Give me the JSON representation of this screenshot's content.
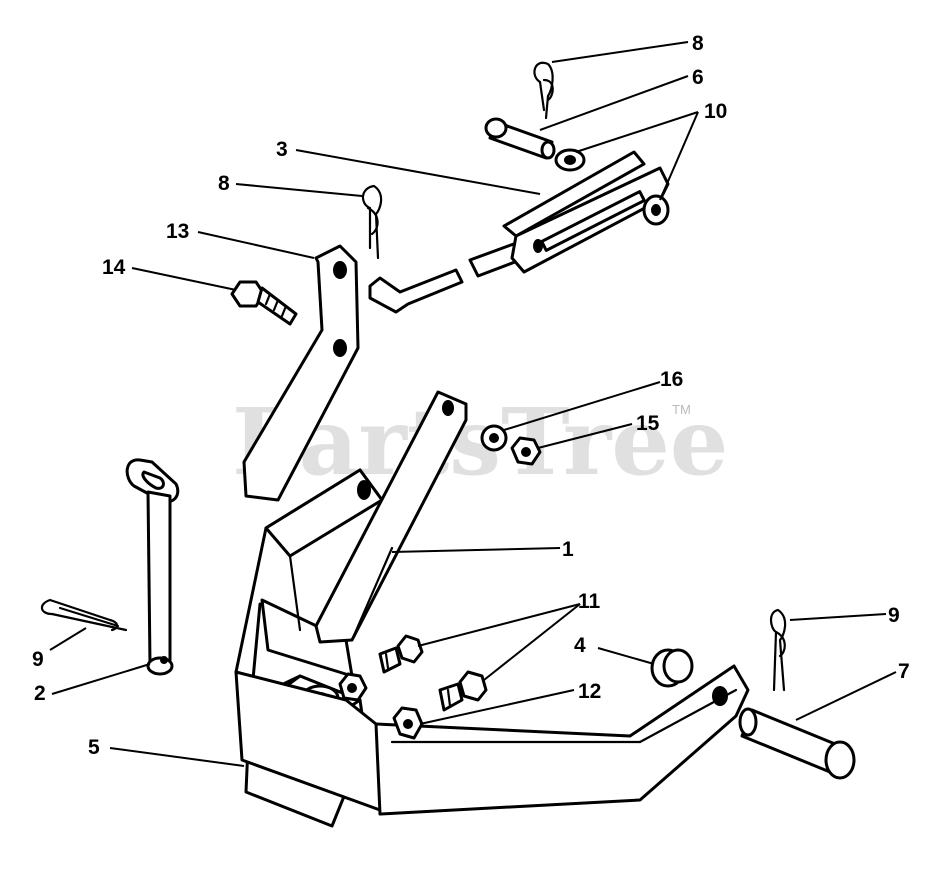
{
  "watermark": {
    "text": "PartsTree",
    "trademark": "TM"
  },
  "callouts": {
    "c1": "1",
    "c2": "2",
    "c3": "3",
    "c4": "4",
    "c5": "5",
    "c6": "6",
    "c7": "7",
    "c8a": "8",
    "c8b": "8",
    "c9a": "9",
    "c9b": "9",
    "c10": "10",
    "c11": "11",
    "c12": "12",
    "c13": "13",
    "c14": "14",
    "c15": "15",
    "c16": "16"
  }
}
